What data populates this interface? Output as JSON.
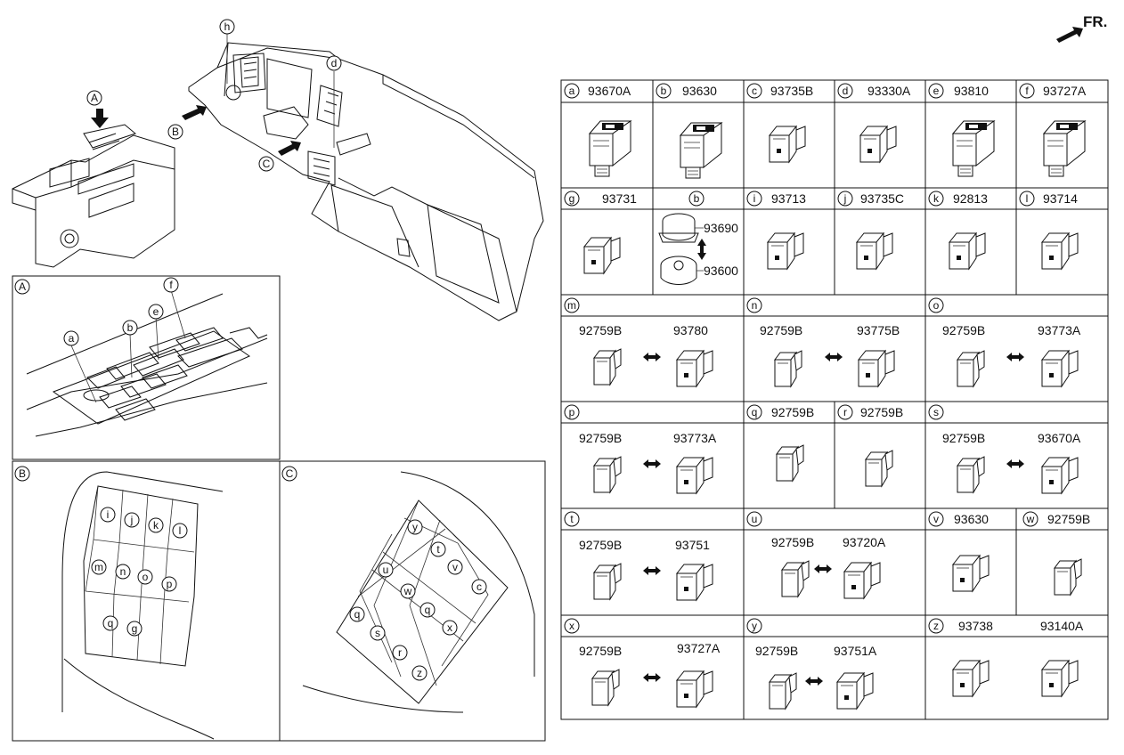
{
  "header": {
    "fr_label": "FR."
  },
  "overview": {
    "callouts": [
      "A",
      "B",
      "C",
      "d",
      "h"
    ]
  },
  "panel_a": {
    "title": "A",
    "callouts": [
      "a",
      "b",
      "e",
      "f"
    ]
  },
  "panel_b": {
    "title": "B",
    "callouts": [
      "i",
      "j",
      "k",
      "l",
      "m",
      "n",
      "o",
      "p",
      "q",
      "g"
    ]
  },
  "panel_c": {
    "title": "C",
    "callouts": [
      "y",
      "t",
      "u",
      "v",
      "c",
      "w",
      "q",
      "x",
      "q",
      "s",
      "r",
      "z"
    ]
  },
  "parts_table": {
    "row1": [
      {
        "letter": "a",
        "part": "93670A"
      },
      {
        "letter": "b",
        "part": "93630"
      },
      {
        "letter": "c",
        "part": "93735B"
      },
      {
        "letter": "d",
        "part": "93330A"
      },
      {
        "letter": "e",
        "part": "93810"
      },
      {
        "letter": "f",
        "part": "93727A"
      }
    ],
    "row2": [
      {
        "letter": "g",
        "part": "93731"
      },
      {
        "letter": "b",
        "part": "",
        "sub_parts": [
          "93690",
          "93600"
        ]
      },
      {
        "letter": "i",
        "part": "93713"
      },
      {
        "letter": "j",
        "part": "93735C"
      },
      {
        "letter": "k",
        "part": "92813"
      },
      {
        "letter": "l",
        "part": "93714"
      }
    ],
    "row3": [
      {
        "letter": "m",
        "left": "92759B",
        "right": "93780"
      },
      {
        "letter": "n",
        "left": "92759B",
        "right": "93775B"
      },
      {
        "letter": "o",
        "left": "92759B",
        "right": "93773A"
      }
    ],
    "row4": [
      {
        "letter": "p",
        "left": "92759B",
        "right": "93773A"
      },
      {
        "letter": "q",
        "part": "92759B"
      },
      {
        "letter": "r",
        "part": "92759B"
      },
      {
        "letter": "s",
        "left": "92759B",
        "right": "93670A"
      }
    ],
    "row5": [
      {
        "letter": "t",
        "left": "92759B",
        "right": "93751"
      },
      {
        "letter": "u",
        "left": "92759B",
        "right": "93720A"
      },
      {
        "letter": "v",
        "part": "93630"
      },
      {
        "letter": "w",
        "part": "92759B"
      }
    ],
    "row6": [
      {
        "letter": "x",
        "left": "92759B",
        "right": "93727A"
      },
      {
        "letter": "y",
        "left": "92759B",
        "right": "93751A"
      },
      {
        "letter": "z",
        "part": "93738",
        "part2": "93140A"
      }
    ]
  }
}
